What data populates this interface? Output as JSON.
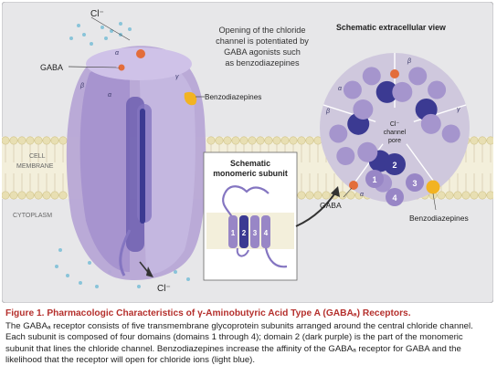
{
  "figure": {
    "ion_top": "Cl⁻",
    "ion_bottom": "Cl⁻",
    "gaba_left": "GABA",
    "benzo_left": "Benzodiazepines",
    "annotation_line1": "Opening of the chloride",
    "annotation_line2": "channel is potentiated by",
    "annotation_line3": "GABA agonists such",
    "annotation_line4": "as benzodiazepines",
    "cell_membrane_line1": "CELL",
    "cell_membrane_line2": "MEMBRANE",
    "cytoplasm": "CYTOPLASM",
    "receptor_subunits": {
      "alpha_top": "α",
      "beta_left": "β",
      "alpha_mid": "α",
      "gamma": "γ"
    },
    "monomer_title_line1": "Schematic",
    "monomer_title_line2": "monomeric subunit",
    "domains": [
      "1",
      "2",
      "3",
      "4"
    ],
    "extracellular_title": "Schematic extracellular view",
    "pore_line1": "Cl⁻",
    "pore_line2": "channel",
    "pore_line3": "pore",
    "ring_labels": {
      "beta_top": "β",
      "alpha_left": "α",
      "beta_left": "β",
      "gamma_right": "γ",
      "alpha_bottom": "α"
    },
    "gaba_right": "GABA",
    "benzo_right": "Benzodiazepines",
    "colors": {
      "outer_bg": "#e7e7e9",
      "purple_light": "#b7a7d6",
      "purple_mid": "#9886c6",
      "purple_dark": "#3b3a92",
      "ring_gray": "#cfc8dd",
      "gaba_orange": "#e36d3b",
      "benzo_yellow": "#f2b322",
      "chloride_blue": "#89c4d9",
      "caption_red": "#b5302d"
    }
  },
  "caption": {
    "label": "Figure 1.",
    "heading": "Pharmacologic Characteristics of γ-Aminobutyric Acid Type A (GABAₐ) Receptors.",
    "body": "The GABAₐ receptor consists of five transmembrane glycoprotein subunits arranged around the central chloride channel. Each subunit is composed of four domains (domains 1 through 4); domain 2 (dark purple) is the part of the monomeric subunit that lines the chloride channel. Benzodiazepines increase the affinity of the GABAₐ receptor for GABA and the likelihood that the receptor will open for chloride ions (light blue)."
  }
}
